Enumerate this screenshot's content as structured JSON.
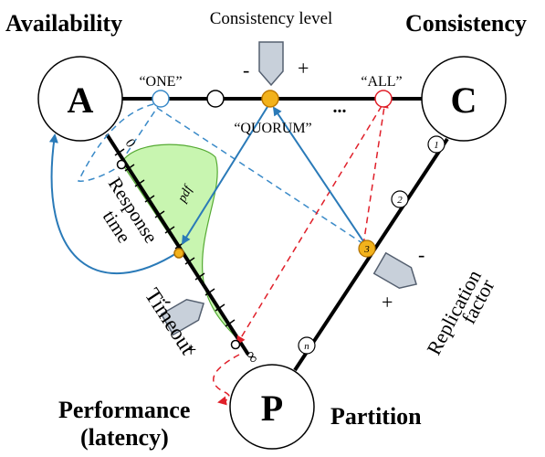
{
  "corners": {
    "availability": {
      "title": "Availability",
      "letter": "A"
    },
    "consistency": {
      "title": "Consistency",
      "letter": "C"
    },
    "partition": {
      "title": "Partition",
      "letter": "P"
    },
    "performance": {
      "title_line1": "Performance",
      "title_line2": "(latency)"
    }
  },
  "consistency_level": {
    "label": "Consistency level",
    "minus": "-",
    "plus": "+",
    "one": "“ONE”",
    "all": "“ALL”",
    "quorum": "“QUORUM”",
    "ellipsis": "..."
  },
  "replication": {
    "line1": "Replication",
    "line2": "factor",
    "minus": "-",
    "plus": "+",
    "markers": [
      "1",
      "2",
      "3",
      "n"
    ]
  },
  "timeout_axis": {
    "label": "Timeout",
    "zero": "0",
    "infinity": "∞",
    "minus": "-",
    "plus": "+"
  },
  "response_time": {
    "line1": "Response",
    "line2": "time"
  },
  "pdf_label": "pdf",
  "colors": {
    "blue": "#2a7ab8",
    "dashed_blue": "#3a8ac8",
    "red": "#e0202a",
    "pdf_fill": "#c8f5b0",
    "pdf_stroke": "#55aa33",
    "orange": "#f2b21c",
    "knob_fill": "#c8d0da",
    "knob_stroke": "#556070"
  }
}
